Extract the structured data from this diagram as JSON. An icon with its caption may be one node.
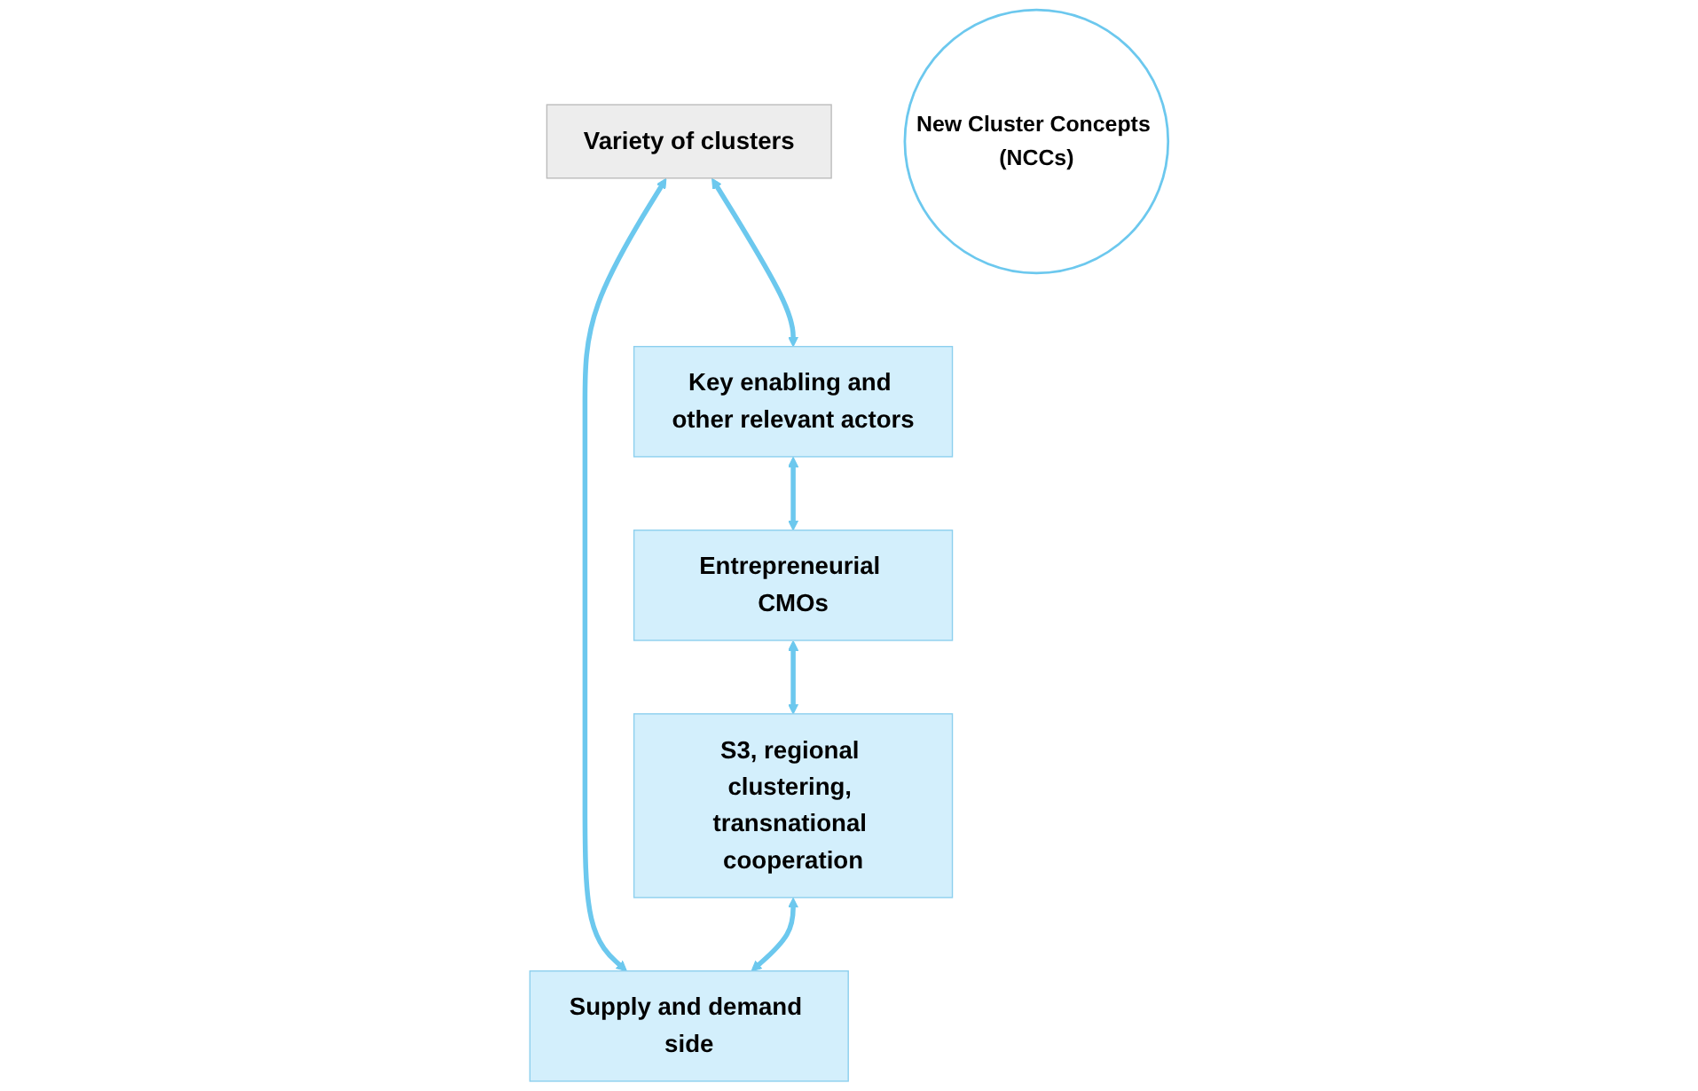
{
  "diagram": {
    "nodes": [
      {
        "text": [
          "Variety of clusters"
        ]
      },
      {
        "text": [
          "Supply and demand side"
        ]
      },
      {
        "text": [
          "Key enabling and other relevant actors"
        ]
      },
      {
        "text": [
          "New Cluster Concepts (NCCs)"
        ]
      },
      {
        "text": [
          "S3, regional clustering, transnational cooperation"
        ]
      },
      {
        "text": [
          "Entrepreneurial CMOs"
        ]
      }
    ],
    "edges": [
      {
        "from": 0,
        "to": 1,
        "arrow": "both"
      },
      {
        "from": 0,
        "to": 2,
        "arrow": "both"
      },
      {
        "from": 2,
        "to": 5,
        "arrow": "both"
      },
      {
        "from": 5,
        "to": 4,
        "arrow": "both"
      },
      {
        "from": 4,
        "to": 1,
        "arrow": "both"
      }
    ]
  }
}
